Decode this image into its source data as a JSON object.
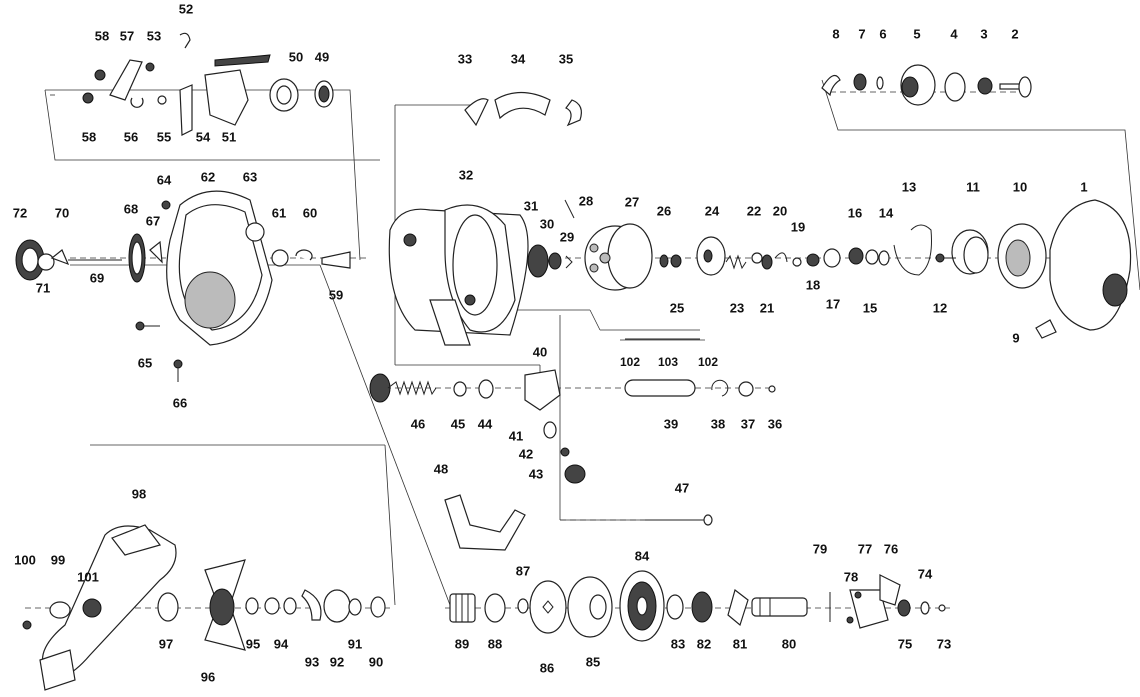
{
  "diagram": {
    "part_labels": [
      "1",
      "2",
      "3",
      "4",
      "5",
      "6",
      "7",
      "8",
      "9",
      "10",
      "11",
      "12",
      "13",
      "14",
      "15",
      "16",
      "17",
      "18",
      "19",
      "20",
      "21",
      "22",
      "23",
      "24",
      "25",
      "26",
      "27",
      "28",
      "29",
      "30",
      "31",
      "32",
      "33",
      "34",
      "35",
      "36",
      "37",
      "38",
      "39",
      "40",
      "41",
      "42",
      "43",
      "44",
      "45",
      "46",
      "47",
      "48",
      "49",
      "50",
      "51",
      "52",
      "53",
      "54",
      "55",
      "56",
      "57",
      "58",
      "58",
      "59",
      "60",
      "61",
      "62",
      "63",
      "64",
      "65",
      "66",
      "67",
      "68",
      "69",
      "70",
      "71",
      "72",
      "73",
      "74",
      "75",
      "76",
      "77",
      "78",
      "79",
      "80",
      "81",
      "82",
      "83",
      "84",
      "85",
      "86",
      "87",
      "88",
      "89",
      "90",
      "91",
      "92",
      "93",
      "94",
      "95",
      "96",
      "97",
      "98",
      "99",
      "100",
      "101",
      "102",
      "103",
      "102"
    ]
  }
}
